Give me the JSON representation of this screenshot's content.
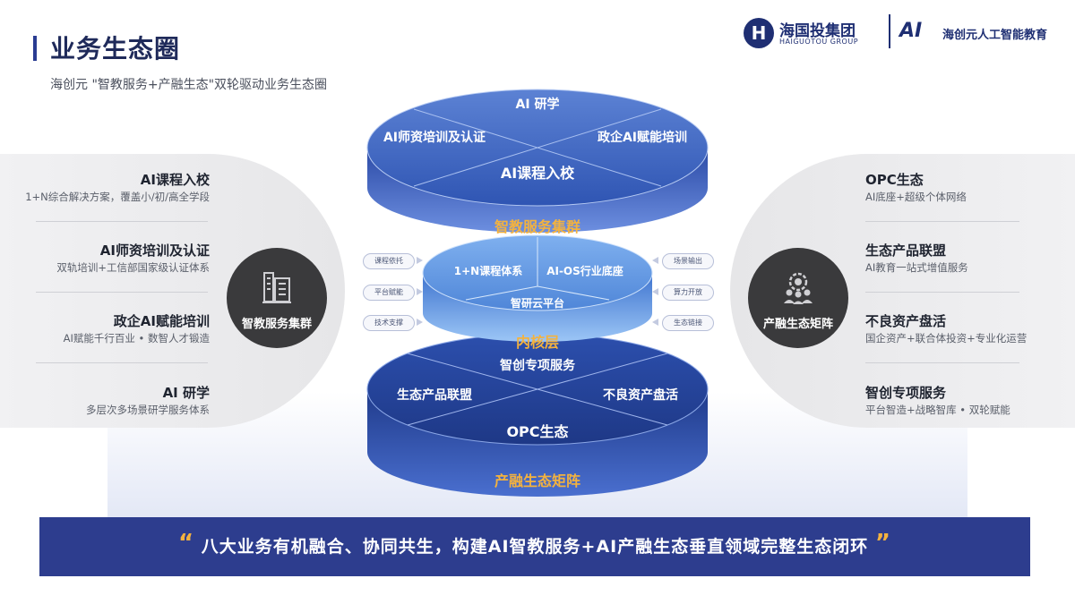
{
  "header": {
    "title": "业务生态圈",
    "subtitle": "海创元 \"智教服务+产融生态\"双轮驱动业务生态圈"
  },
  "brand": {
    "logo1_glyph": "H",
    "name1": "海国投集团",
    "sub1": "HAIGUOTOU GROUP",
    "logo2_glyph": "AI",
    "name2": "海创元人工智能教育"
  },
  "left_panel": {
    "circle_label": "智教服务集群",
    "circle_icon": "building-icon",
    "items": [
      {
        "title": "AI课程入校",
        "desc": "1+N综合解决方案，覆盖小/初/高全学段"
      },
      {
        "title": "AI师资培训及认证",
        "desc": "双轨培训+工信部国家级认证体系"
      },
      {
        "title": "政企AI赋能培训",
        "desc": "AI赋能千行百业 • 数智人才锻造"
      },
      {
        "title": "AI 研学",
        "desc": "多层次多场景研学服务体系"
      }
    ]
  },
  "right_panel": {
    "circle_label": "产融生态矩阵",
    "circle_icon": "gear-people-icon",
    "items": [
      {
        "title": "OPC生态",
        "desc": "AI底座+超级个体网络"
      },
      {
        "title": "生态产品联盟",
        "desc": "AI教育一站式增值服务"
      },
      {
        "title": "不良资产盘活",
        "desc": "国企资产+联合体投资+专业化运营"
      },
      {
        "title": "智创专项服务",
        "desc": "平台智造+战略智库 • 双轮赋能"
      }
    ]
  },
  "top_disc": {
    "segments": [
      "AI 研学",
      "AI师资培训及认证",
      "政企AI赋能培训",
      "AI课程入校"
    ],
    "label": "智教服务集群"
  },
  "middle_disc": {
    "segments": [
      "1+N课程体系",
      "AI-OS行业底座",
      "智研云平台"
    ],
    "label": "内核层"
  },
  "bottom_disc": {
    "segments": [
      "智创专项服务",
      "生态产品联盟",
      "不良资产盘活",
      "OPC生态"
    ],
    "label": "产融生态矩阵"
  },
  "connectors": {
    "left": [
      "课程依托",
      "平台赋能",
      "技术支撑"
    ],
    "right": [
      "场景输出",
      "算力开放",
      "生态链接"
    ]
  },
  "banner": {
    "open_quote": "“",
    "text": "八大业务有机融合、协同共生，构建AI智教服务+AI产融生态垂直领域完整生态闭环",
    "close_quote": "”"
  },
  "colors": {
    "accent": "#2d3d8e",
    "label_orange": "#f3b23f",
    "circle_dark": "#3a3a3c"
  }
}
